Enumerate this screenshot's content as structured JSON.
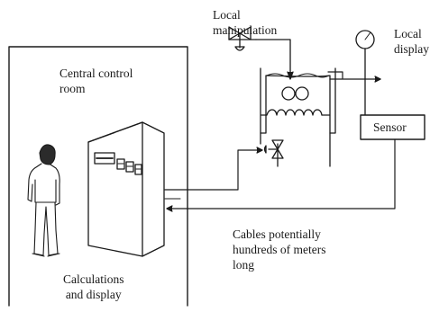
{
  "labels": {
    "local_manipulation": [
      "Local",
      "manipulation"
    ],
    "local_display": [
      "Local",
      "display"
    ],
    "central_control_room": [
      "Central control",
      "room"
    ],
    "sensor": "Sensor",
    "cables": [
      "Cables potentially",
      "hundreds of  meters",
      "long"
    ],
    "calculations": [
      "Calculations",
      "and display"
    ]
  }
}
